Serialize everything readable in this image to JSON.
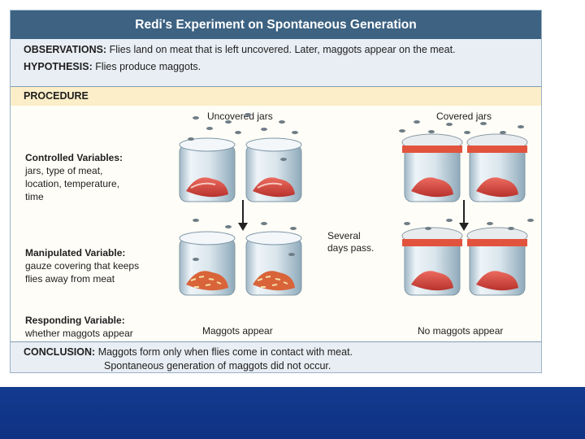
{
  "title": "Redi's Experiment on Spontaneous Generation",
  "observations": {
    "label": "OBSERVATIONS:",
    "text": "Flies land on meat that is left uncovered. Later, maggots appear on the meat."
  },
  "hypothesis": {
    "label": "HYPOTHESIS:",
    "text": "Flies produce maggots."
  },
  "procedure": {
    "label": "PROCEDURE",
    "uncovered_label": "Uncovered jars",
    "covered_label": "Covered jars",
    "controlled": {
      "label": "Controlled Variables:",
      "lines": [
        "jars, type of meat,",
        "location, temperature,",
        "time"
      ]
    },
    "manipulated": {
      "label": "Manipulated Variable:",
      "lines": [
        "gauze covering that keeps",
        "flies away from meat"
      ]
    },
    "responding": {
      "label": "Responding Variable:",
      "lines": [
        "whether maggots appear"
      ]
    },
    "time_note": [
      "Several",
      "days pass."
    ],
    "result_uncovered": "Maggots appear",
    "result_covered": "No maggots appear"
  },
  "conclusion": {
    "label": "CONCLUSION:",
    "line1": "Maggots form only when flies come in contact with meat.",
    "line2": "Spontaneous generation of maggots did not occur."
  },
  "colors": {
    "title_bar": "#3d6282",
    "header_band": "#e9eef4",
    "procedure_band": "#fbeec8",
    "footer": "#123a8f",
    "gauze_band": "#e2533d",
    "meat": "#d8453e"
  }
}
